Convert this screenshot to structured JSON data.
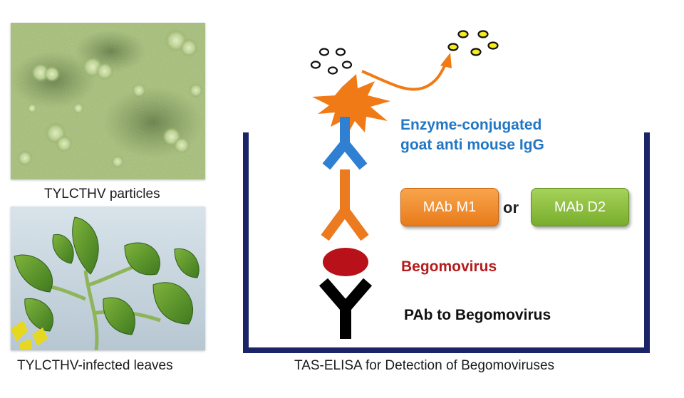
{
  "captions": {
    "micrograph": "TYLCTHV particles",
    "leaves": "TYLCTHV-infected leaves",
    "diagram": "TAS-ELISA for Detection of Begomoviruses"
  },
  "labels": {
    "enzyme_line1": "Enzyme-conjugated",
    "enzyme_line2": "goat anti mouse IgG",
    "or": "or",
    "begomovirus": "Begomovirus",
    "pab": "PAb to Begomovirus"
  },
  "antibodies": {
    "mab1": "MAb M1",
    "mab2": "MAb D2"
  },
  "colors": {
    "well": "#1a2466",
    "enzyme_text": "#2277c4",
    "begomovirus_text": "#b41d1d",
    "secondary_antibody": "#2f7fd2",
    "mab_antibody": "#ec7a1e",
    "pab_antibody": "#000000",
    "virus_particle": "#b8111a",
    "enzyme": "#f07b16",
    "product": "#f6eb1e"
  }
}
